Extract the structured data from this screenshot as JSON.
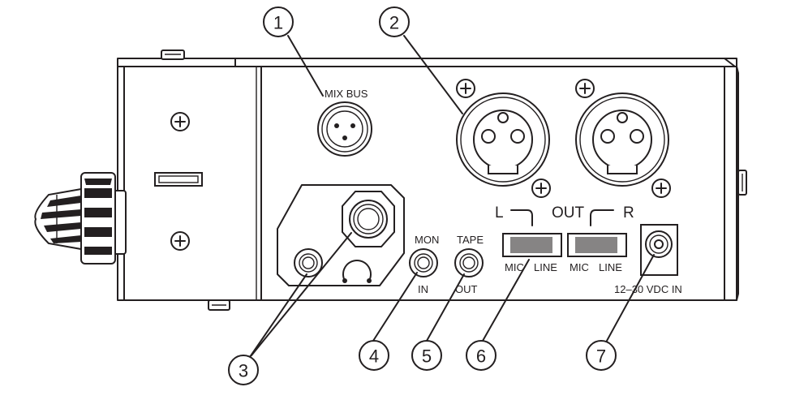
{
  "labels": {
    "mix_bus": "MIX BUS",
    "mon": "MON",
    "in": "IN",
    "tape": "TAPE",
    "out": "OUT",
    "left": "L",
    "out_main": "OUT",
    "right": "R",
    "mic_l": "MIC",
    "line_l": "LINE",
    "mic_r": "MIC",
    "line_r": "LINE",
    "dc_in": "12–30 VDC IN"
  },
  "callouts": [
    "1",
    "2",
    "3",
    "4",
    "5",
    "6",
    "7"
  ]
}
